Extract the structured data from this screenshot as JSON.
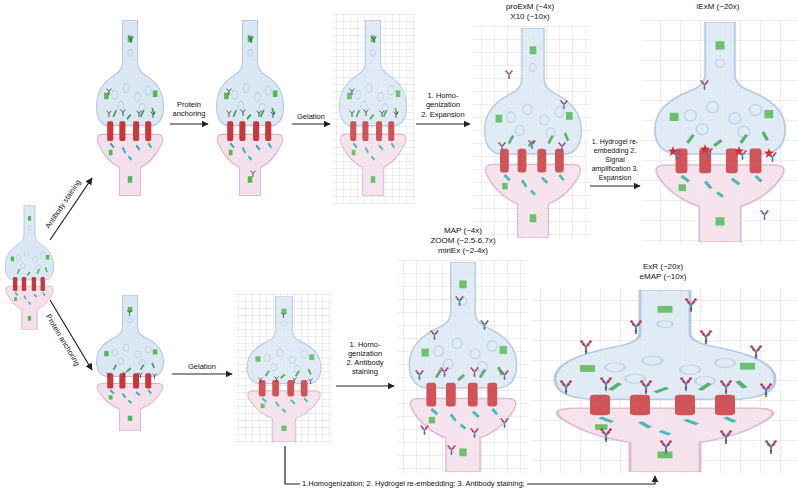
{
  "diagram": {
    "nodes": [
      {
        "text": [
          "proExM (~4x)",
          "X10 (~10x)"
        ]
      },
      {
        "text": [
          "iExM (~20x)"
        ]
      },
      {
        "text": [
          "MAP (~4x)",
          "ZOOM (~2.5-6.7x)",
          "miriEx (~2-4x)"
        ]
      },
      {
        "text": [
          "ExR (~20x)",
          "eMAP (~10x)"
        ]
      }
    ],
    "edges": [
      {
        "from": 0,
        "to": 1,
        "arrow": "to",
        "label": "1. Hydrogel re-embedding 2. Signal amplification 3. Expansion"
      }
    ],
    "labels": [
      "Antibody staining",
      "Protein anchoring",
      "Protein anchoring",
      "Gelation",
      "1. Homo-genization",
      "2. Expansion",
      "Gelation",
      "1. Homo-genization",
      "2. Antibody staining",
      "1.Homogenization; 2. Hydrogel re-embedding; 3. Antibody staining;"
    ]
  }
}
